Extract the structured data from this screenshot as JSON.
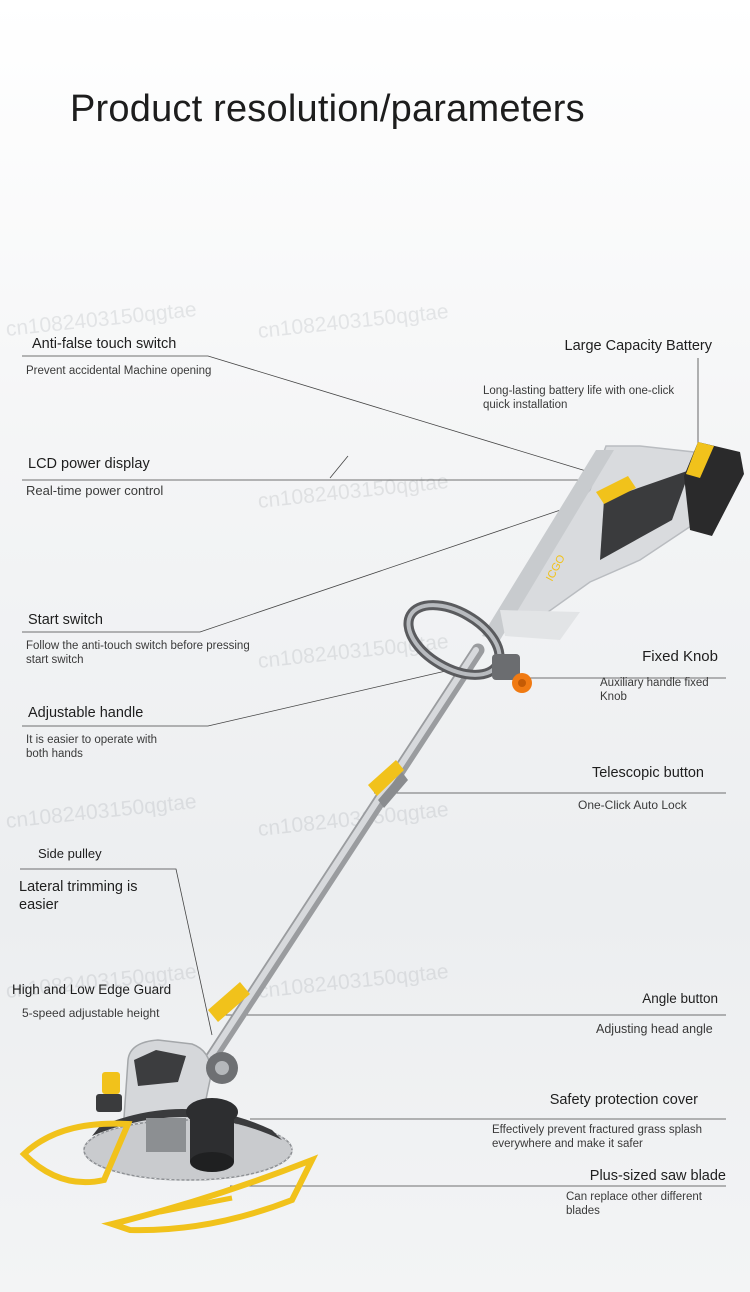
{
  "title": "Product resolution/parameters",
  "watermark": "cn1082403150qgtae",
  "colors": {
    "accent_yellow": "#f1c21b",
    "body_grey": "#d8dadc",
    "dark": "#2c2c2c",
    "knob_orange": "#f07a12"
  },
  "features": {
    "anti_false_touch": {
      "label": "Anti-false touch switch",
      "desc": "Prevent accidental Machine opening"
    },
    "battery": {
      "label": "Large Capacity Battery",
      "desc": "Long-lasting battery life with one-click quick installation"
    },
    "lcd": {
      "label": "LCD power display",
      "desc": "Real-time power control"
    },
    "start_switch": {
      "label": "Start switch",
      "desc": "Follow the anti-touch switch before pressing start switch"
    },
    "fixed_knob": {
      "label": "Fixed Knob",
      "desc": "Auxiliary handle fixed Knob"
    },
    "adjustable_handle": {
      "label": "Adjustable handle",
      "desc": "It is easier to operate with both hands"
    },
    "telescopic_button": {
      "label": "Telescopic button",
      "desc": "One-Click Auto Lock"
    },
    "side_pulley": {
      "label": "Side pulley",
      "desc": "Lateral trimming is easier"
    },
    "edge_guard": {
      "label": "High and Low Edge Guard",
      "desc": "5-speed adjustable height"
    },
    "angle_button": {
      "label": "Angle button",
      "desc": "Adjusting head angle"
    },
    "safety_cover": {
      "label": "Safety protection cover",
      "desc": "Effectively prevent fractured grass splash everywhere and make it safer"
    },
    "saw_blade": {
      "label": "Plus-sized saw blade",
      "desc": "Can replace other different blades"
    }
  },
  "product": {
    "brand_mark": "ICGO"
  }
}
